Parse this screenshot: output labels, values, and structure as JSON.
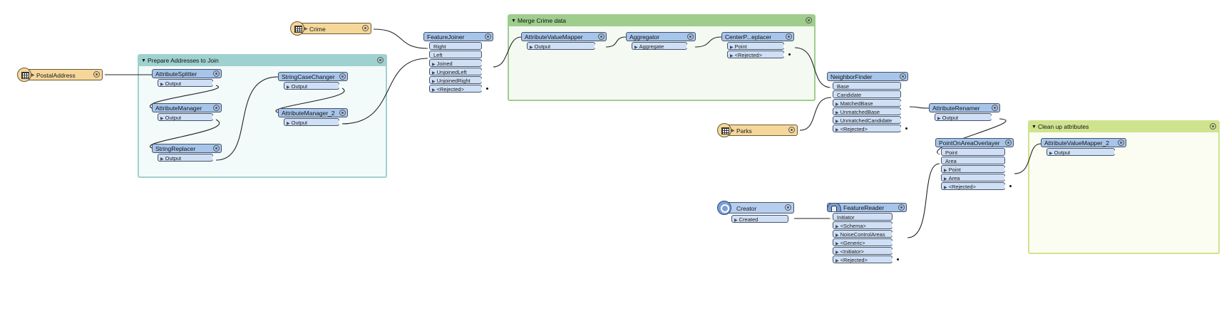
{
  "bookmarks": {
    "prepare": {
      "title": "Prepare Addresses to Join"
    },
    "merge": {
      "title": "Merge Crime data"
    },
    "cleanup": {
      "title": "Clean up attributes"
    }
  },
  "readers": {
    "postal": {
      "label": "PostalAddress"
    },
    "crime": {
      "label": "Crime"
    },
    "parks": {
      "label": "Parks"
    }
  },
  "creator": {
    "label": "Creator",
    "port": "Created"
  },
  "nodes": {
    "attributeSplitter": {
      "title": "AttributeSplitter",
      "outputs": [
        "Output"
      ]
    },
    "attributeManager": {
      "title": "AttributeManager",
      "outputs": [
        "Output"
      ]
    },
    "stringReplacer": {
      "title": "StringReplacer",
      "outputs": [
        "Output"
      ]
    },
    "stringCaseChanger": {
      "title": "StringCaseChanger",
      "outputs": [
        "Output"
      ]
    },
    "attributeManager2": {
      "title": "AttributeManager_2",
      "outputs": [
        "Output"
      ]
    },
    "featureJoiner": {
      "title": "FeatureJoiner",
      "inputs": [
        "Right",
        "Left"
      ],
      "outputs": [
        "Joined",
        "UnjoinedLeft",
        "UnjoinedRight",
        "<Rejected>"
      ]
    },
    "attributeValueMapper": {
      "title": "AttributeValueMapper",
      "outputs": [
        "Output"
      ]
    },
    "aggregator": {
      "title": "Aggregator",
      "outputs": [
        "Aggregate"
      ]
    },
    "centerPointReplacer": {
      "title": "CenterP...eplacer",
      "outputs": [
        "Point",
        "<Rejected>"
      ]
    },
    "neighborFinder": {
      "title": "NeighborFinder",
      "inputs": [
        "Base",
        "Candidate"
      ],
      "outputs": [
        "MatchedBase",
        "UnmatchedBase",
        "UnmatchedCandidate",
        "<Rejected>"
      ]
    },
    "attributeRenamer": {
      "title": "AttributeRenamer",
      "outputs": [
        "Output"
      ]
    },
    "pointOnAreaOverlayer": {
      "title": "PointOnAreaOverlayer",
      "inputs": [
        "Point",
        "Area"
      ],
      "outputs": [
        "Point",
        "Area",
        "<Rejected>"
      ]
    },
    "attributeValueMapper2": {
      "title": "AttributeValueMapper_2",
      "outputs": [
        "Output"
      ]
    },
    "featureReader": {
      "title": "FeatureReader",
      "inputs": [
        "Initiator"
      ],
      "outputs": [
        "<Schema>",
        "NoiseControlAreas",
        "<Generic>",
        "<Initiator>",
        "<Rejected>"
      ]
    }
  },
  "colors": {
    "transformer_title": "#a7c5ea",
    "transformer_port": "#cfdff5",
    "reader": "#f6d79a",
    "bookmark_teal": "#9fd1d0",
    "bookmark_green": "#9fcd8e",
    "bookmark_lime": "#cfe38e",
    "wire": "#222222"
  },
  "icons": {
    "reader": "table-grid-icon",
    "creator": "creator-circle-icon",
    "featureReader": "database-icon",
    "settings": "gear-icon"
  }
}
